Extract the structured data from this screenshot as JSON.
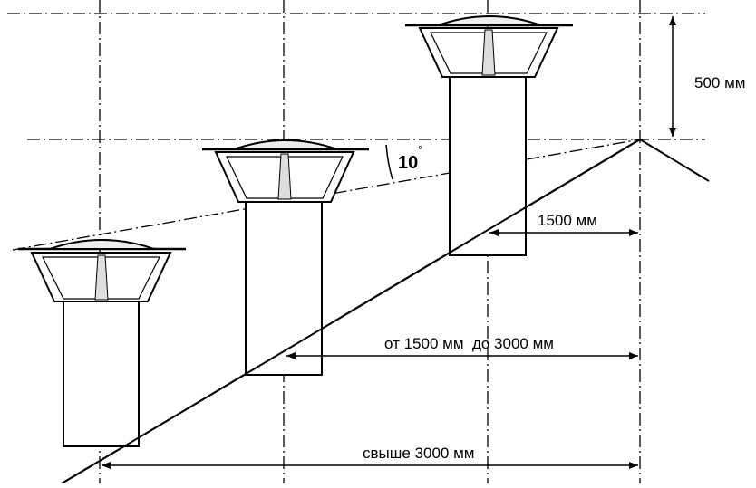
{
  "labels": {
    "height_500": "500 мм",
    "dist_1500": "1500 мм",
    "dist_1500_3000": "от 1500 мм  до 3000 мм",
    "dist_over_3000": "свыше 3000 мм",
    "angle_value": "10",
    "angle_degree": "°"
  },
  "colors": {
    "line": "#000000",
    "background": "#ffffff"
  }
}
